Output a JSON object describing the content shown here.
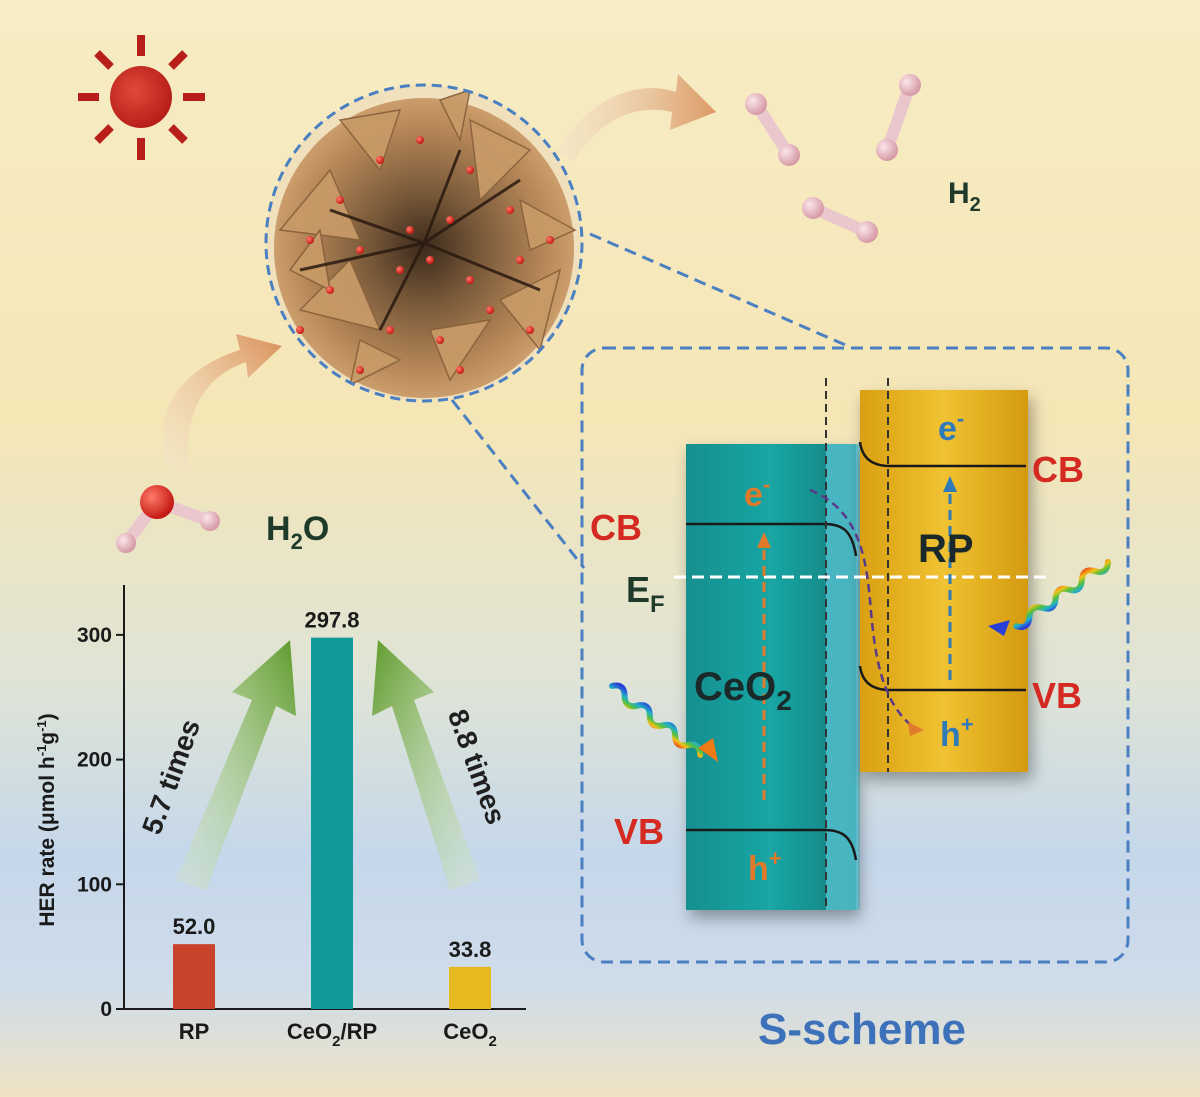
{
  "labels": {
    "h2": "H",
    "h2_sub": "2",
    "h2o_h": "H",
    "h2o_sub": "2",
    "h2o_o": "O",
    "scheme_title": "S-scheme"
  },
  "band": {
    "ceo2_label": "CeO",
    "ceo2_sub": "2",
    "rp_label": "RP",
    "cb": "CB",
    "vb": "VB",
    "ef": "E",
    "ef_sub": "F",
    "electron": "e",
    "electron_sup": "-",
    "hole": "h",
    "hole_sup": "+"
  },
  "chart_data": {
    "type": "bar",
    "categories": [
      "RP",
      "CeO2/RP",
      "CeO2"
    ],
    "category_labels": [
      {
        "main": "RP",
        "sub": "",
        "tail": ""
      },
      {
        "main": "CeO",
        "sub": "2",
        "tail": "/RP"
      },
      {
        "main": "CeO",
        "sub": "2",
        "tail": ""
      }
    ],
    "values": [
      52.0,
      297.8,
      33.8
    ],
    "value_labels": [
      "52.0",
      "297.8",
      "33.8"
    ],
    "colors": [
      "#c9432a",
      "#12999b",
      "#e8b820"
    ],
    "ylabel": "HER rate (μmol h⁻¹g⁻¹)",
    "ylabel_parts": {
      "a": "HER rate (μmol h",
      "b": "-1",
      "c": "g",
      "d": "-1",
      "e": ")"
    },
    "ylim": [
      0,
      340
    ],
    "yticks": [
      0,
      100,
      200,
      300
    ],
    "ytick_labels": [
      "0",
      "100",
      "200",
      "300"
    ],
    "annotations": [
      "5.7 times",
      "8.8 times"
    ]
  }
}
